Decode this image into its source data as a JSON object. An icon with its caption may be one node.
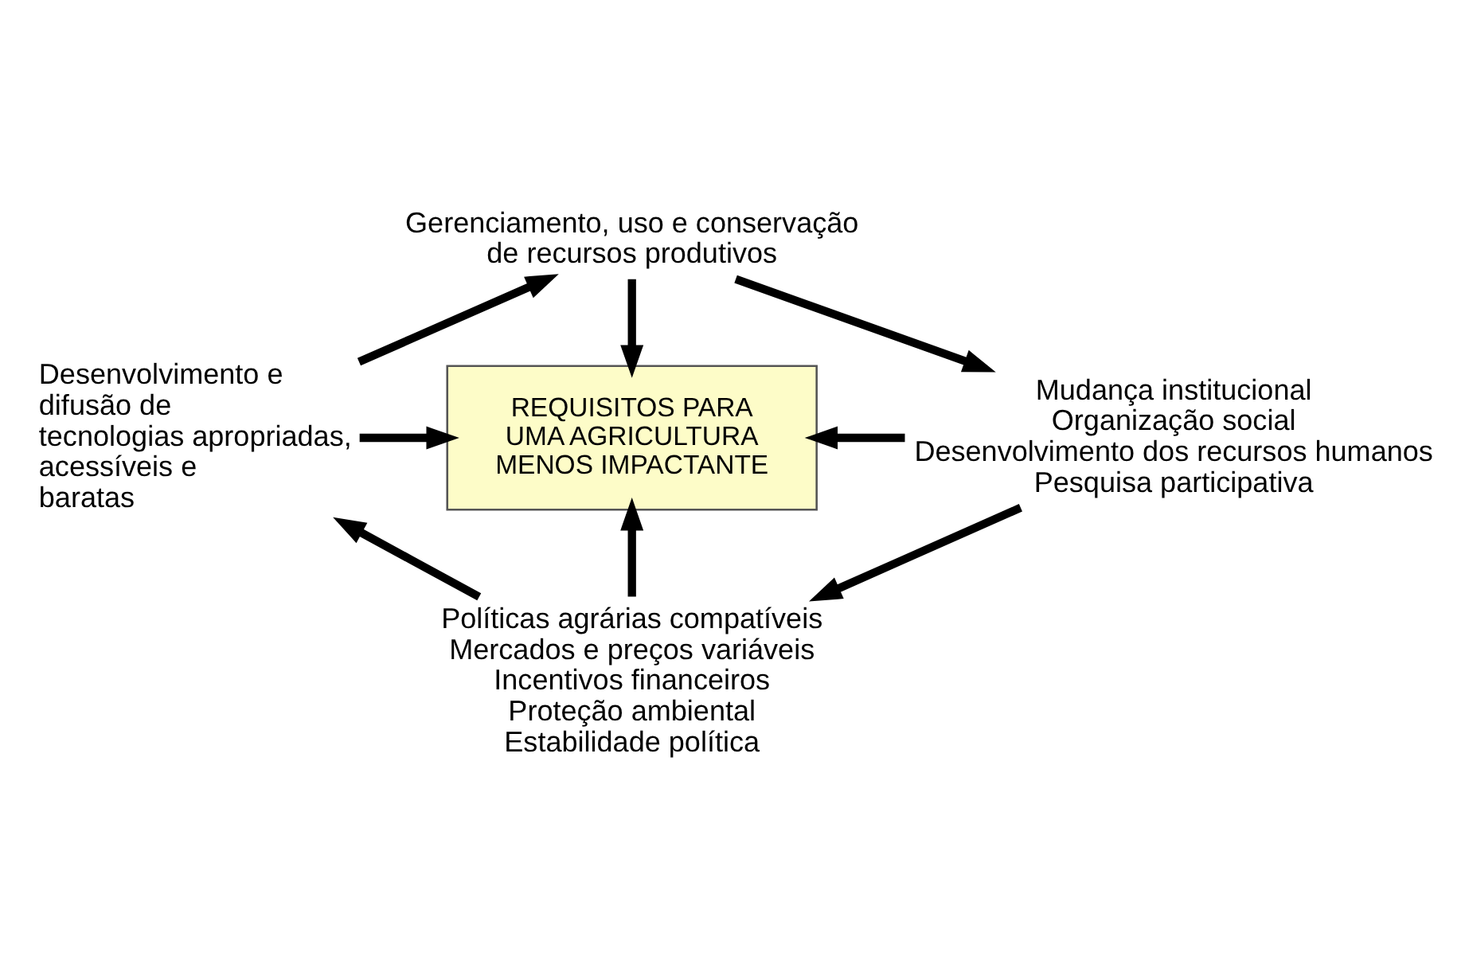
{
  "diagram": {
    "nodes": [
      {
        "text": [
          "REQUISITOS PARA UMA AGRICULTURA MENOS IMPACTANTE"
        ]
      },
      {
        "text": [
          "Gerenciamento, uso e conservação de recursos produtivos"
        ]
      },
      {
        "text": [
          "Mudança institucional",
          "Organização social",
          "Desenvolvimento dos recursos humanos",
          "Pesquisa participativa"
        ]
      },
      {
        "text": [
          "Políticas agrárias compatíveis",
          "Mercados e preços variáveis",
          "Incentivos financeiros",
          "Proteção ambiental",
          "Estabilidade política"
        ]
      },
      {
        "text": [
          "Desenvolvimento e difusão de tecnologias apropriadas, acessíveis e baratas"
        ]
      }
    ],
    "edges": [
      {
        "from": 1,
        "to": 0,
        "arrow": "to"
      },
      {
        "from": 4,
        "to": 0,
        "arrow": "to"
      },
      {
        "from": 2,
        "to": 0,
        "arrow": "to"
      },
      {
        "from": 3,
        "to": 0,
        "arrow": "to"
      },
      {
        "from": 4,
        "to": 1,
        "arrow": "to"
      },
      {
        "from": 1,
        "to": 2,
        "arrow": "to"
      },
      {
        "from": 2,
        "to": 3,
        "arrow": "to"
      },
      {
        "from": 3,
        "to": 4,
        "arrow": "to"
      }
    ]
  }
}
